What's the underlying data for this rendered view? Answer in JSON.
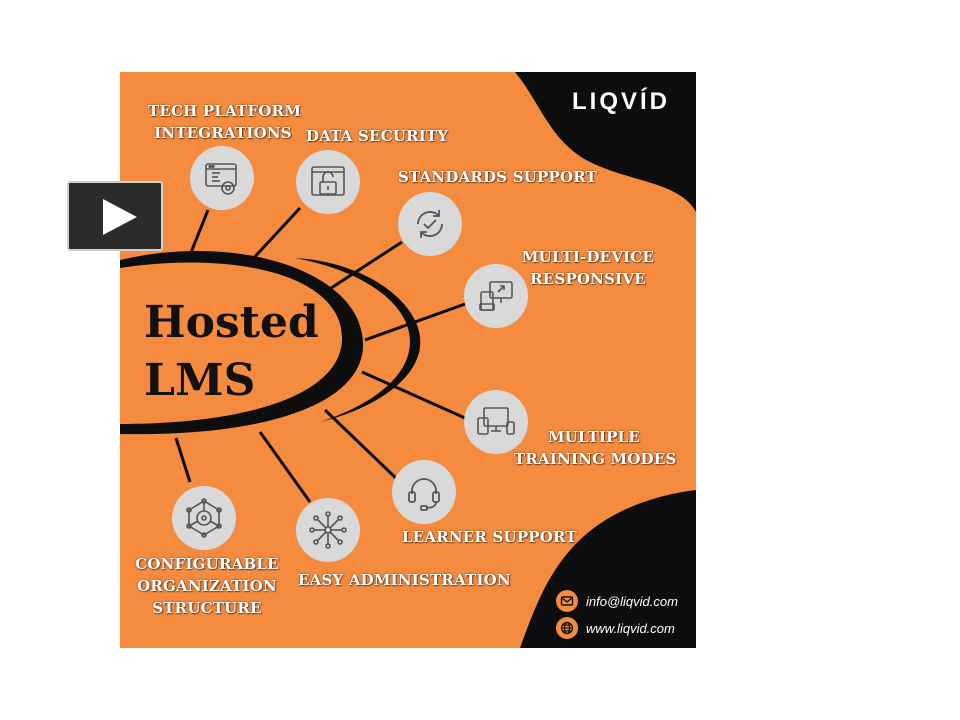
{
  "brand": {
    "logo_text": "LIQVÍD"
  },
  "center": {
    "title_line1": "Hosted",
    "title_line2": "LMS"
  },
  "features": [
    {
      "label_lines": [
        "TECH PLATFORM",
        "INTEGRATIONS"
      ],
      "icon": "code-gear-icon"
    },
    {
      "label_lines": [
        "DATA SECURITY"
      ],
      "icon": "unlocked-padlock-icon"
    },
    {
      "label_lines": [
        "STANDARDS SUPPORT"
      ],
      "icon": "sync-check-icon"
    },
    {
      "label_lines": [
        "MULTI-DEVICE",
        "RESPONSIVE"
      ],
      "icon": "responsive-devices-icon"
    },
    {
      "label_lines": [
        "MULTIPLE",
        "TRAINING MODES"
      ],
      "icon": "desktop-tablet-phone-icon"
    },
    {
      "label_lines": [
        "LEARNER SUPPORT"
      ],
      "icon": "headset-icon"
    },
    {
      "label_lines": [
        "EASY ADMINISTRATION"
      ],
      "icon": "network-hub-icon"
    },
    {
      "label_lines": [
        "CONFIGURABLE",
        "ORGANIZATION",
        "STRUCTURE"
      ],
      "icon": "org-structure-icon"
    }
  ],
  "contact": {
    "email": "info@liqvid.com",
    "website": "www.liqvid.com"
  },
  "colors": {
    "background": "#f58b3f",
    "accent_dark": "#111111",
    "icon_circle": "#d9d9d9",
    "label_text": "#ffffff"
  },
  "player": {
    "play_icon": "play-icon"
  }
}
